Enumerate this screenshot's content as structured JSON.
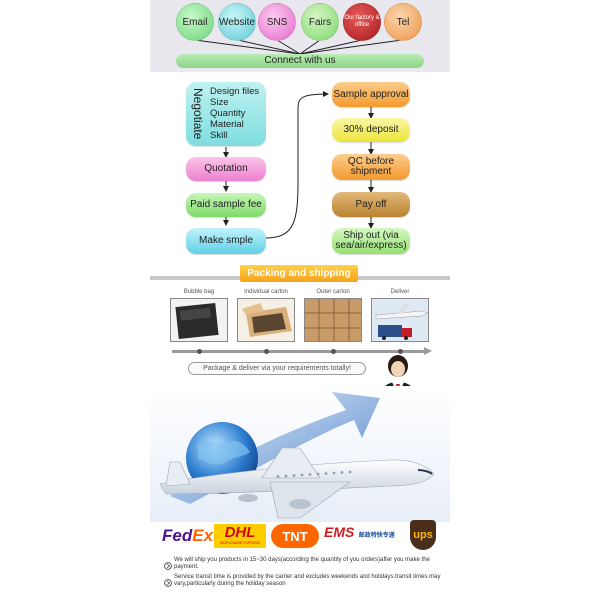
{
  "contact": {
    "items": [
      {
        "label": "Email",
        "color": "#7fe38a"
      },
      {
        "label": "Website",
        "color": "#6fd6e0"
      },
      {
        "label": "SNS",
        "color": "#f07cd6"
      },
      {
        "label": "Fairs",
        "color": "#8fe07a"
      },
      {
        "label": "Our factory & office",
        "color": "#c8201f"
      },
      {
        "label": "Tel",
        "color": "#f2a35b"
      }
    ],
    "connect_label": "Connect with us"
  },
  "process": {
    "negotiate_title": "Negotiate",
    "negotiate_items": [
      "Design files",
      "Size",
      "Quantity",
      "Material",
      "Skill"
    ],
    "left_steps": [
      "Quotation",
      "Paid sample fee",
      "Make smple"
    ],
    "right_steps": [
      "Sample approval",
      "30% deposit",
      "QC before shipment",
      "Pay off",
      "Ship out (via sea/air/express)"
    ]
  },
  "packing": {
    "banner": "Packing and shipping",
    "stages": [
      "Bubble bag",
      "Individual carton",
      "Outer carton",
      "Deliver"
    ],
    "note": "Package & deliver via your requirements totally!"
  },
  "carriers": {
    "fedex_fed": "Fed",
    "fedex_ex": "Ex.",
    "dhl": "DHL",
    "dhl_sub": "WORLDWIDE EXPRESS",
    "tnt": "TNT",
    "ems": "EMS",
    "ems_sub": "邮政特快专递",
    "ups": "ups"
  },
  "notes": [
    "We will ship you products in 15~30 days(according the quantity of you orders)after you make the payment.",
    "Service transit time is provided by the carrier and excludes weekends and holidays.transit times may vary,particularly during the holiday season"
  ],
  "colors": {
    "quotation": "#f48fd0",
    "paid_sample": "#8fe07a",
    "make_sample": "#6fd6ec",
    "sample_approval": "#f7a13a",
    "deposit": "#f2ee4a",
    "qc": "#f7a13a",
    "pay_off": "#c28a3e",
    "ship_out": "#a8ec8a"
  }
}
